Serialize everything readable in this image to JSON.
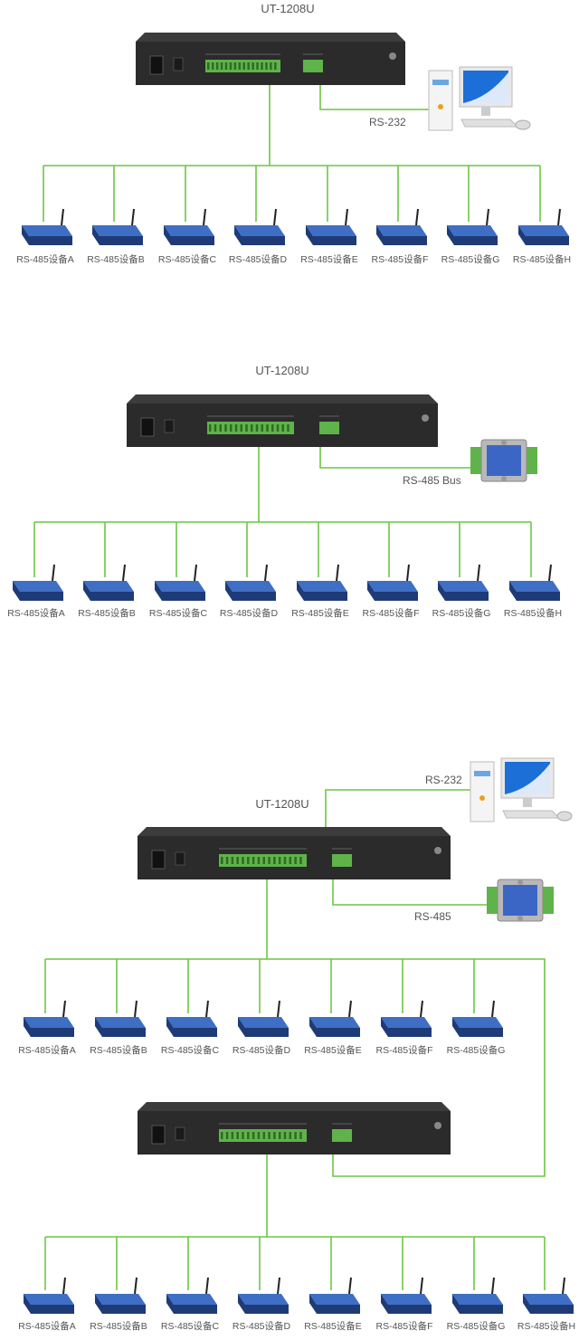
{
  "colors": {
    "wire": "#6cc644",
    "rack_body": "#2b2b2b",
    "rack_top": "#3c3c3c",
    "terminal": "#5fb34a",
    "device_blue": "#3f6fc4",
    "device_dark": "#1e3b78",
    "label_text": "#555555"
  },
  "panels": [
    {
      "title": "UT-1208U",
      "host_label": "RS-232",
      "devices": [
        "RS-485设备A",
        "RS-485设备B",
        "RS-485设备C",
        "RS-485设备D",
        "RS-485设备E",
        "RS-485设备F",
        "RS-485设备G",
        "RS-485设备H"
      ]
    },
    {
      "title": "UT-1208U",
      "host_label": "RS-485 Bus",
      "devices": [
        "RS-485设备A",
        "RS-485设备B",
        "RS-485设备C",
        "RS-485设备D",
        "RS-485设备E",
        "RS-485设备F",
        "RS-485设备G",
        "RS-485设备H"
      ]
    },
    {
      "title": "UT-1208U",
      "host_label_232": "RS-232",
      "host_label_485": "RS-485",
      "devices_upper": [
        "RS-485设备A",
        "RS-485设备B",
        "RS-485设备C",
        "RS-485设备D",
        "RS-485设备E",
        "RS-485设备F",
        "RS-485设备G"
      ],
      "devices_lower": [
        "RS-485设备A",
        "RS-485设备B",
        "RS-485设备C",
        "RS-485设备D",
        "RS-485设备E",
        "RS-485设备F",
        "RS-485设备G",
        "RS-485设备H"
      ]
    }
  ]
}
